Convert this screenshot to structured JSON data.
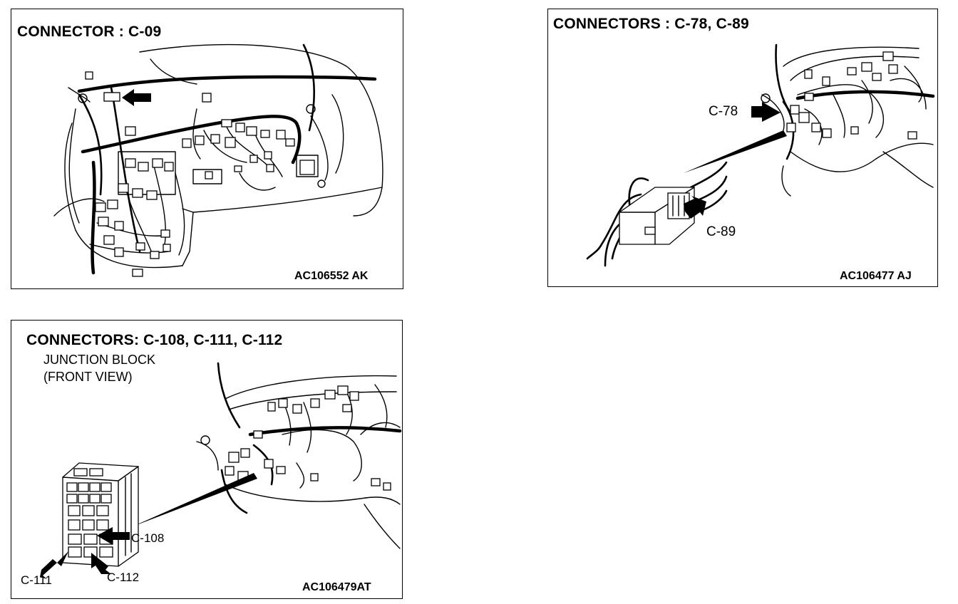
{
  "panels": [
    {
      "title": "CONNECTOR : C-09",
      "code": "AC106552 AK",
      "icons": [
        "dashboard-harness-illustration",
        "pointer-arrow"
      ]
    },
    {
      "title": "CONNECTORS : C-78, C-89",
      "code": "AC106477 AJ",
      "labels": {
        "c78": "C-78",
        "c89": "C-89"
      },
      "icons": [
        "dashboard-harness-illustration",
        "connector-detail-illustration",
        "pointer-arrow"
      ]
    },
    {
      "title": "CONNECTORS: C-108, C-111, C-112",
      "subtitle_line1": "JUNCTION BLOCK",
      "subtitle_line2": "(FRONT VIEW)",
      "code": "AC106479AT",
      "labels": {
        "c108": "C-108",
        "c111": "C-111",
        "c112": "C-112"
      },
      "icons": [
        "dashboard-harness-illustration",
        "junction-block-illustration",
        "pointer-arrow"
      ]
    }
  ]
}
